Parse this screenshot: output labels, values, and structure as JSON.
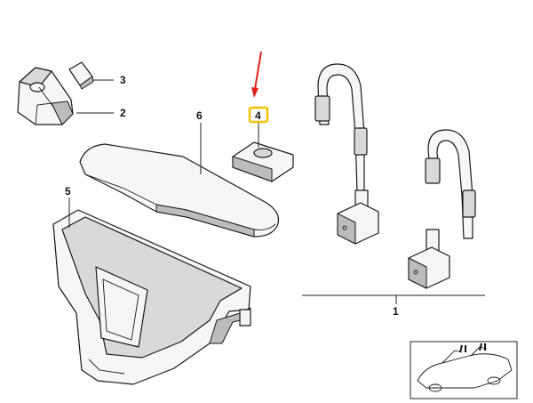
{
  "callouts": {
    "label_1": "1",
    "label_2": "2",
    "label_3": "3",
    "label_4": "4",
    "label_5": "5",
    "label_6": "6"
  },
  "colors": {
    "highlight_box": "#f2c200",
    "pointer_arrow": "#e0201c"
  },
  "icons": {
    "pointer": "red-arrow-icon",
    "thumbnail": "car-convertible-thumbnail-icon"
  }
}
